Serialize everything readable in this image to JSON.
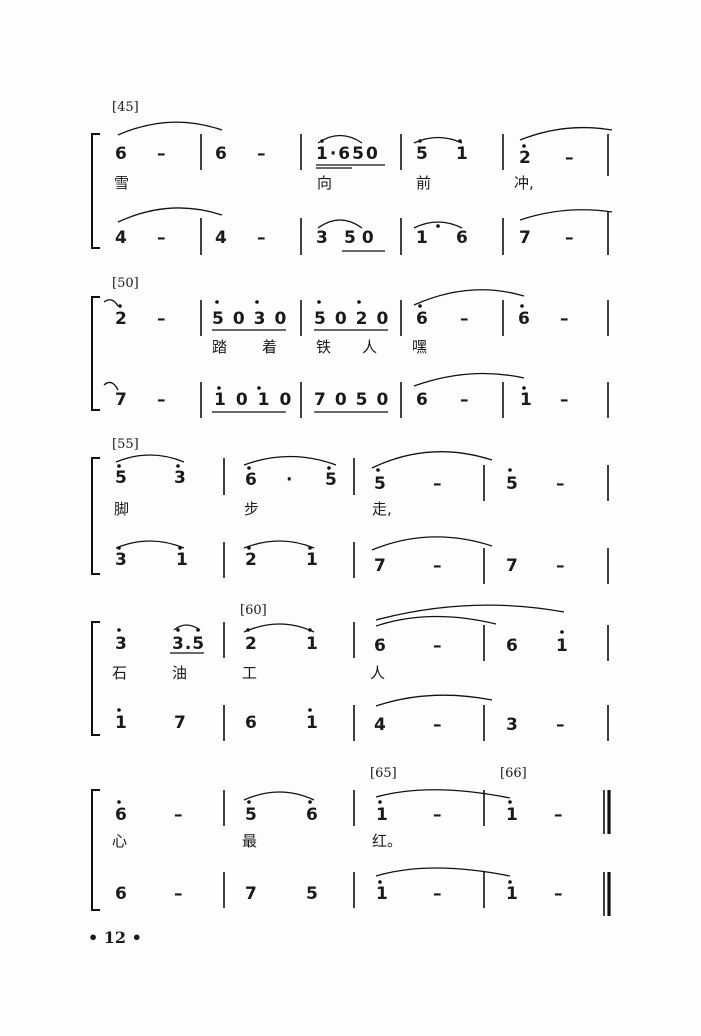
{
  "page_number": "• 12 •",
  "systems": [
    {
      "measure_numbers": [
        {
          "text": "[45]"
        }
      ],
      "upper": [
        "6",
        "–",
        "6",
        "–",
        "1·650",
        "5",
        "1",
        "2",
        "–"
      ],
      "lyrics": [
        "雪",
        "向",
        "前",
        "冲,"
      ],
      "lower": [
        "4",
        "–",
        "4",
        "–",
        "3",
        "50",
        "1",
        "6",
        "7",
        "–"
      ]
    },
    {
      "measure_numbers": [
        {
          "text": "[50]"
        }
      ],
      "upper": [
        "2",
        "–",
        "5030",
        "5020",
        "6",
        "–",
        "6",
        "–"
      ],
      "lyrics": [
        "踏",
        "着",
        "铁",
        "人",
        "嘿"
      ],
      "lower": [
        "7",
        "–",
        "1010",
        "7050",
        "6",
        "–",
        "1",
        "–"
      ]
    },
    {
      "measure_numbers": [
        {
          "text": "[55]"
        }
      ],
      "upper": [
        "5",
        "3",
        "6",
        "·",
        "5",
        "5",
        "–",
        "5",
        "–"
      ],
      "lyrics": [
        "脚",
        "步",
        "走,"
      ],
      "lower": [
        "3",
        "1",
        "2",
        "1",
        "7",
        "–",
        "7",
        "–"
      ]
    },
    {
      "measure_numbers": [
        {
          "text": "[60]"
        }
      ],
      "upper": [
        "3",
        "3.5",
        "2",
        "1",
        "6",
        "–",
        "6",
        "1"
      ],
      "lyrics": [
        "石",
        "油",
        "工",
        "人"
      ],
      "lower": [
        "1",
        "7",
        "6",
        "1",
        "4",
        "–",
        "3",
        "–"
      ]
    },
    {
      "measure_numbers": [
        {
          "text": "[65]"
        },
        {
          "text": "[66]"
        }
      ],
      "upper": [
        "6",
        "–",
        "5",
        "6",
        "1",
        "–",
        "1",
        "–"
      ],
      "lyrics": [
        "心",
        "最",
        "红。"
      ],
      "lower": [
        "6",
        "–",
        "7",
        "5",
        "1",
        "–",
        "1",
        "–"
      ]
    }
  ]
}
